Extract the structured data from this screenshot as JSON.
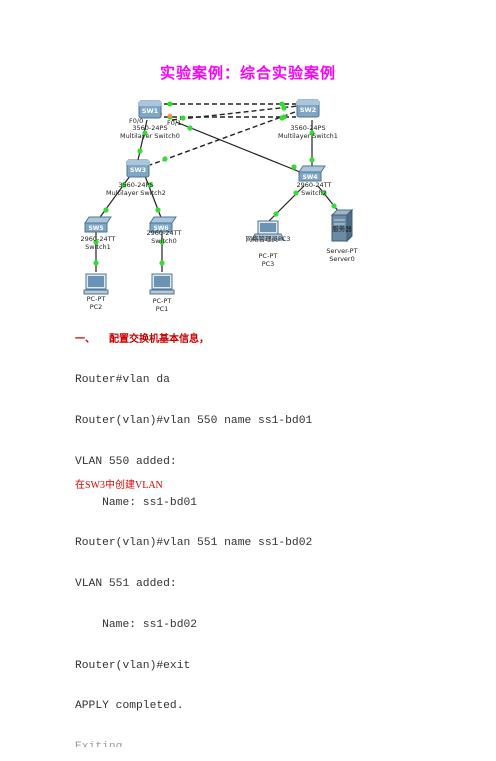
{
  "title": "实验案例：综合实验案例",
  "topology": {
    "devices": {
      "sw1": {
        "tag": "SW1",
        "model": "3560-24PS",
        "name": "Multilayer Switch0"
      },
      "sw2": {
        "tag": "SW2",
        "model": "3560-24PS",
        "name": "Multilayer Switch1"
      },
      "sw3": {
        "tag": "SW3",
        "model": "3560-24PS",
        "name": "Multilayer Switch2"
      },
      "sw4": {
        "tag": "SW4",
        "model": "2960-24TT",
        "name": "Switch2"
      },
      "sw5": {
        "tag": "SW5",
        "model": "2960-24TT",
        "name": "Switch1"
      },
      "sw6": {
        "tag": "SW6",
        "model": "2960-24TT",
        "name": "Switch0"
      },
      "pc3": {
        "caption": "网络管理员PC3",
        "type": "PC-PT",
        "name": "PC3"
      },
      "server0": {
        "caption": "服务器",
        "type": "Server-PT",
        "name": "Server0"
      },
      "pc2": {
        "type": "PC-PT",
        "name": "PC2"
      },
      "pc1": {
        "type": "PC-PT",
        "name": "PC1"
      }
    },
    "ports": {
      "sw1_left": "F0/0",
      "sw1_right": "F0/1"
    },
    "colors": {
      "link": "#222222",
      "link_dot": "#33dd33",
      "switch_body": "#7fa6c4",
      "switch_dark": "#4e7694",
      "multilayer_label": "#ffffff"
    }
  },
  "section": {
    "number": "一、",
    "title": "配置交换机基本信息，"
  },
  "cli": [
    "Router#vlan da",
    "Router(vlan)#vlan 550 name ss1-bd01",
    "VLAN 550 added:",
    "    Name: ss1-bd01",
    "Router(vlan)#vlan 551 name ss1-bd02",
    "VLAN 551 added:",
    "    Name: ss1-bd02",
    "Router(vlan)#exit",
    "APPLY completed."
  ],
  "cli_partial": "Exiting....",
  "note": "在SW3中创建VLAN"
}
